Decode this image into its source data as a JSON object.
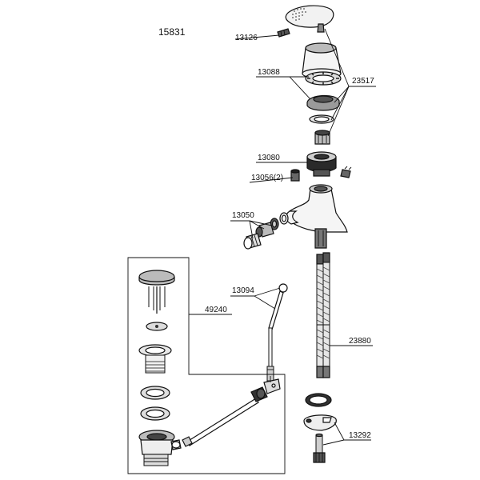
{
  "diagram": {
    "assembly_number": "15831",
    "parts": {
      "p13126": "13126",
      "p13088": "13088",
      "p23517": "23517",
      "p13080": "13080",
      "p13056": "13056(2)",
      "p13050": "13050",
      "p13094": "13094",
      "p49240": "49240",
      "p23880": "23880",
      "p13292": "13292"
    }
  }
}
